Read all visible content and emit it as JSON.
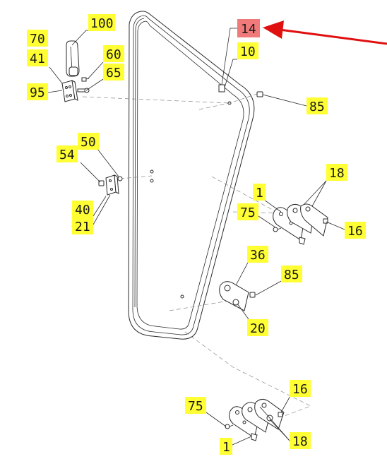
{
  "colors": {
    "label_bg": "#ffff33",
    "highlight_bg": "#f07a7a",
    "arrow": "#e01010",
    "line": "#2a2a2a"
  },
  "callouts": [
    {
      "id": "c100",
      "text": "100"
    },
    {
      "id": "c70",
      "text": "70"
    },
    {
      "id": "c41",
      "text": "41"
    },
    {
      "id": "c60",
      "text": "60"
    },
    {
      "id": "c65",
      "text": "65"
    },
    {
      "id": "c95",
      "text": "95"
    },
    {
      "id": "c14",
      "text": "14",
      "highlight": true
    },
    {
      "id": "c10",
      "text": "10"
    },
    {
      "id": "c85a",
      "text": "85"
    },
    {
      "id": "c50",
      "text": "50"
    },
    {
      "id": "c54",
      "text": "54"
    },
    {
      "id": "c40",
      "text": "40"
    },
    {
      "id": "c21",
      "text": "21"
    },
    {
      "id": "c18a",
      "text": "18"
    },
    {
      "id": "c1a",
      "text": "1"
    },
    {
      "id": "c75a",
      "text": "75"
    },
    {
      "id": "c16a",
      "text": "16"
    },
    {
      "id": "c36",
      "text": "36"
    },
    {
      "id": "c85b",
      "text": "85"
    },
    {
      "id": "c20",
      "text": "20"
    },
    {
      "id": "c16b",
      "text": "16"
    },
    {
      "id": "c75b",
      "text": "75"
    },
    {
      "id": "c1b",
      "text": "1"
    },
    {
      "id": "c18b",
      "text": "18"
    }
  ]
}
